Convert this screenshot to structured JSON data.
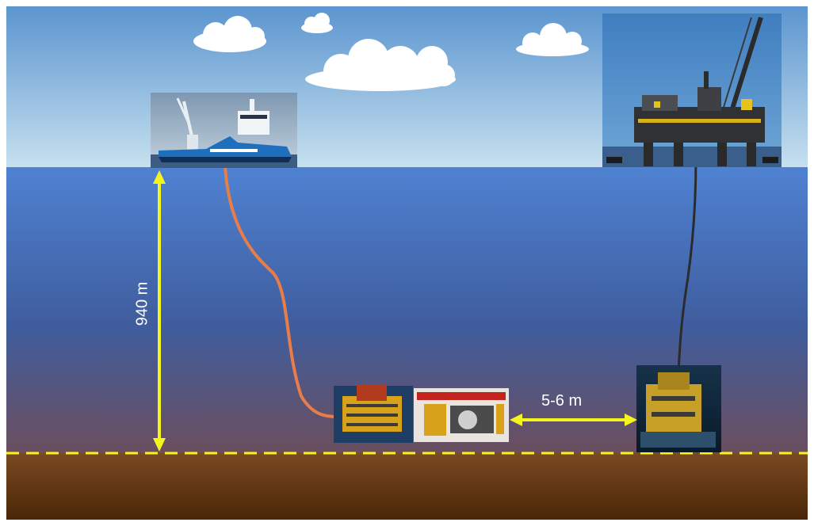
{
  "labels": {
    "depth": "940 m",
    "distance": "5-6 m"
  },
  "colors": {
    "sky_top": "#5b95cf",
    "sky_bottom": "#c6e0ef",
    "sea_top": "#4f7fcf",
    "sea_bottom": "#6b4e5e",
    "seabed_top": "#7a4a22",
    "seabed_bottom": "#4a2607",
    "marker_yellow": "#f5f51e",
    "orange_cable": "#e77d48",
    "dark_cable": "#2b2b2b",
    "ship_hull": "#1f6fbf",
    "platform": "#2f3135"
  },
  "icons": [
    "support-vessel-photo",
    "offshore-platform-photo",
    "subsea-module-photo",
    "subsea-equipment-photo",
    "cloud-shape"
  ]
}
